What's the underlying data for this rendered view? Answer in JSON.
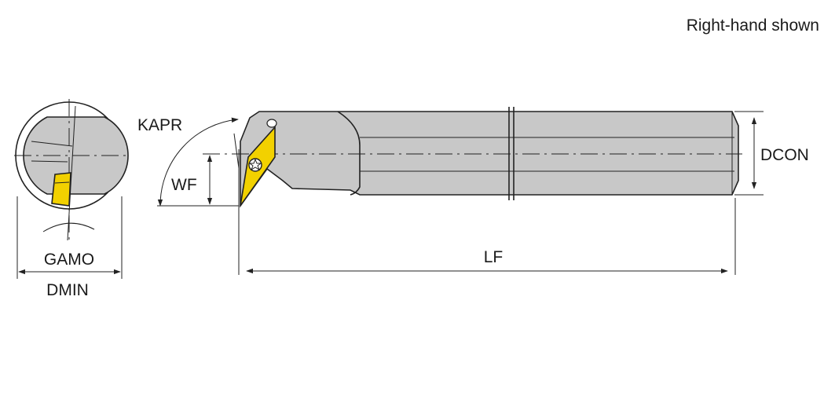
{
  "note": "Right-hand shown",
  "labels": {
    "kapr": "KAPR",
    "wf": "WF",
    "gamo": "GAMO",
    "dmin": "DMIN",
    "lf": "LF",
    "dcon": "DCON"
  },
  "colors": {
    "steel": "#c8c8c8",
    "insert": "#f2d100",
    "line": "#222222"
  }
}
